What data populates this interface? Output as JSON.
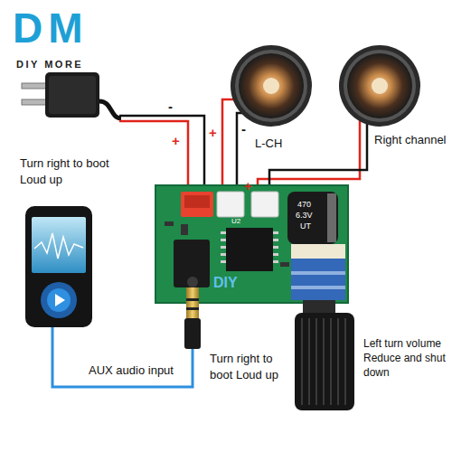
{
  "diagram": {
    "labels": [
      "DM",
      "DIY MORE",
      "Turn right to boot Loud up",
      "-",
      "+",
      "+",
      "-",
      "L-CH",
      "+",
      "Right channel",
      "470",
      "6.3V",
      "UT",
      "U2",
      "DIY",
      "AUX audio input",
      "Turn right to boot Loud up",
      "Left turn volume Reduce and shut down"
    ]
  }
}
